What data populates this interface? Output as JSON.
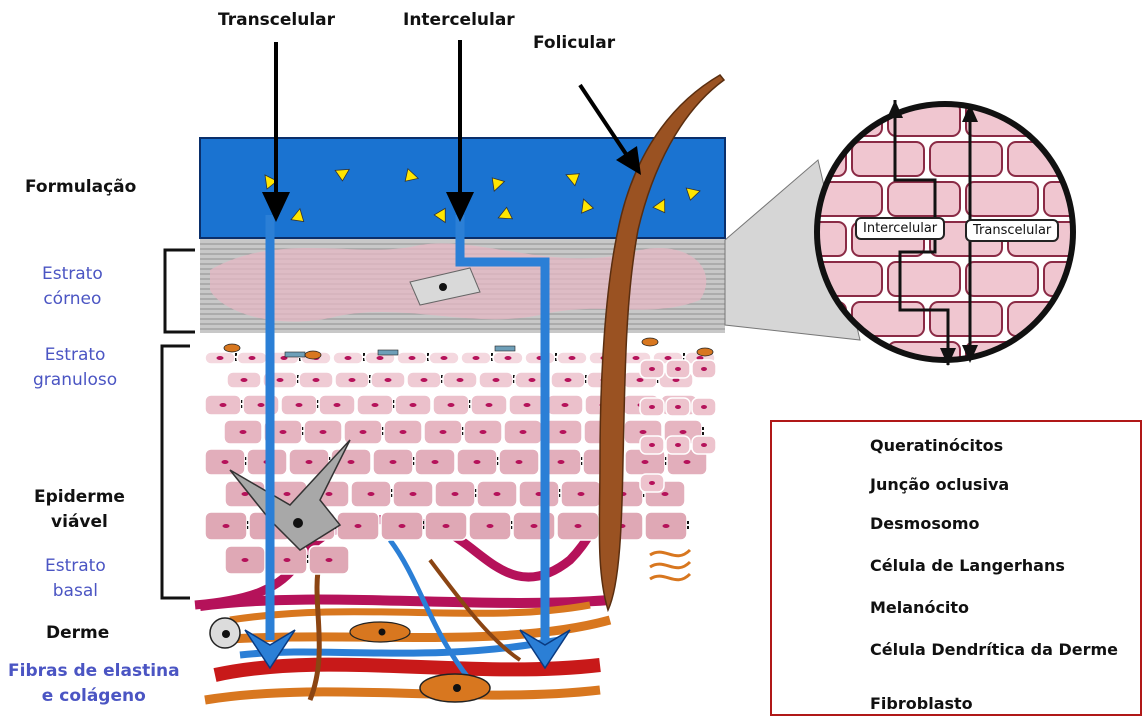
{
  "routes": {
    "transcelular": "Transcelular",
    "intercelular": "Intercelular",
    "folicular": "Folicular"
  },
  "layers": {
    "formulacao": "Formulação",
    "estrato_corneo": [
      "Estrato",
      "córneo"
    ],
    "estrato_granuloso": [
      "Estrato",
      "granuloso"
    ],
    "epiderme_viavel": [
      "Epiderme",
      "viável"
    ],
    "estrato_basal": [
      "Estrato",
      "basal"
    ],
    "derme": "Derme",
    "fibras": [
      "Fibras de elastina",
      "e colágeno"
    ]
  },
  "inset": {
    "intercelular": "Intercelular",
    "transcelular": "Transcelular"
  },
  "legend": [
    {
      "icon": "keratinocyte-icon",
      "label": "Queratinócitos"
    },
    {
      "icon": "tight-junction-icon",
      "label": "Junção oclusiva"
    },
    {
      "icon": "desmosome-icon",
      "label": "Desmosomo"
    },
    {
      "icon": "langerhans-cell-icon",
      "label": "Célula de Langerhans"
    },
    {
      "icon": "melanocyte-icon",
      "label": "Melanócito"
    },
    {
      "icon": "dermal-dendritic-cell-icon",
      "label": "Célula Dendrítica da Derme"
    },
    {
      "icon": "fibroblast-icon",
      "label": "Fibroblasto"
    }
  ],
  "colors": {
    "formulation": "#1a73d1",
    "cell_pink": "#e8b9c4",
    "membrane": "#b5125a",
    "hair": "#8b4513",
    "arrow_blue": "#2b7fd6",
    "label_blue": "#4b55c3",
    "legend_border": "#b01818"
  }
}
